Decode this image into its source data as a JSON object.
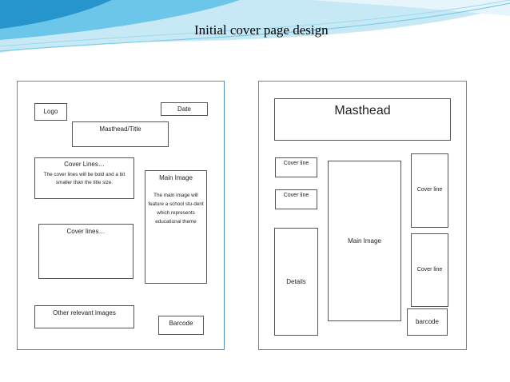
{
  "slide": {
    "title": "Initial cover page design"
  },
  "left_sketch": {
    "logo": "Logo",
    "date": "Date",
    "masthead_title": "Masthead/Title",
    "cover_lines_1": {
      "title": "Cover Lines…",
      "description": "The cover lines will be bold  and a bit smaller than the title size."
    },
    "main_image": {
      "title": "Main Image",
      "description": "The main image will feature a school stu-dent which represents educational theme"
    },
    "cover_lines_2": {
      "title": "Cover lines…"
    },
    "other_images": "Other relevant images",
    "barcode": "Barcode"
  },
  "right_sketch": {
    "masthead": "Masthead",
    "cover_line_1": "Cover line",
    "cover_line_2": "Cover line",
    "cover_line_3": "Cover line",
    "cover_line_4": "Cover line",
    "main_image": "Main Image",
    "details": "Details",
    "barcode": "barcode"
  }
}
